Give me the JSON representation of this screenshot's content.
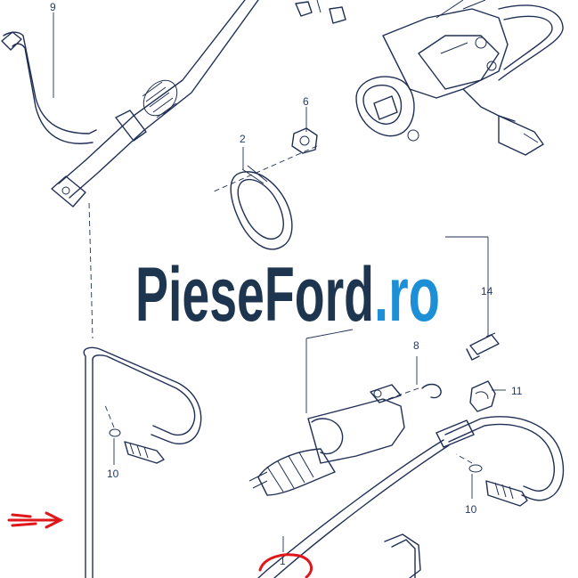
{
  "watermark": {
    "dark": "PieseFord",
    "blue": ".ro"
  },
  "callouts": {
    "c9": "9",
    "c6": "6",
    "c2": "2",
    "c14": "14",
    "c8": "8",
    "c11": "11",
    "c10a": "10",
    "c10b": "10",
    "c1": "1"
  },
  "colors": {
    "line": "#1f2f55",
    "highlight": "#e0161b",
    "brand_dark": "#1e3550",
    "brand_blue": "#1d8fd6"
  },
  "icons": [
    "arrow-right-icon"
  ]
}
